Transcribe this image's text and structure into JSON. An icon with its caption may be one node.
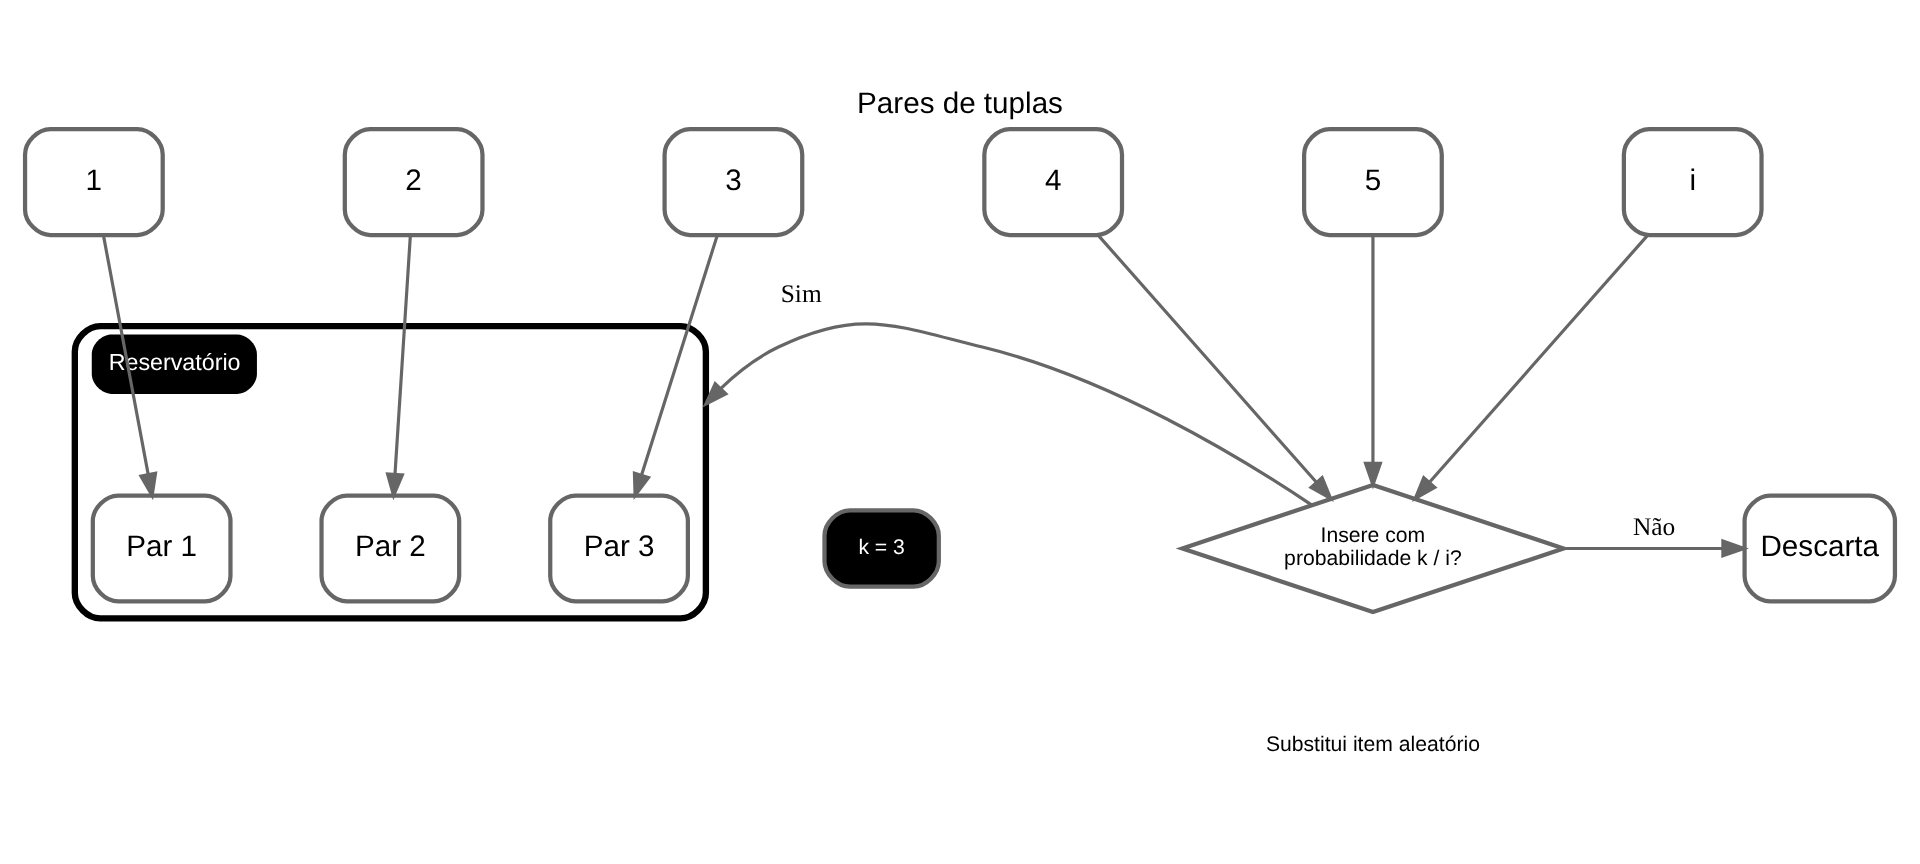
{
  "diagram": {
    "title": "Pares de tuplas",
    "nodes": [
      {
        "text": [
          "1"
        ]
      },
      {
        "text": [
          "2"
        ]
      },
      {
        "text": [
          "3"
        ]
      },
      {
        "text": [
          "4"
        ]
      },
      {
        "text": [
          "5"
        ]
      },
      {
        "text": [
          "i"
        ]
      },
      {
        "text": [
          "Insere com probabilidade k / i?"
        ]
      },
      {
        "text": [
          "Descarta"
        ]
      },
      {
        "text": [
          "Reservatório"
        ]
      },
      {
        "text": [
          "Par 1"
        ],
        "in": 8
      },
      {
        "text": [
          "Par 2"
        ],
        "in": 8
      },
      {
        "text": [
          "Par 3"
        ],
        "in": 8
      },
      {
        "text": [
          "k = 3"
        ]
      }
    ],
    "edges": [
      {
        "from": 0,
        "to": 9,
        "arrow": "to"
      },
      {
        "from": 1,
        "to": 10,
        "arrow": "to"
      },
      {
        "from": 2,
        "to": 11,
        "arrow": "to"
      },
      {
        "from": 3,
        "to": 6,
        "arrow": "to"
      },
      {
        "from": 4,
        "to": 6,
        "arrow": "to"
      },
      {
        "from": 5,
        "to": 6,
        "arrow": "to"
      },
      {
        "from": 6,
        "to": 7,
        "label": "Não",
        "arrow": "to"
      },
      {
        "from": 6,
        "to": 8,
        "label": "Sim",
        "arrow": "to"
      }
    ],
    "labels": [
      "Substitui item aleatório"
    ]
  }
}
